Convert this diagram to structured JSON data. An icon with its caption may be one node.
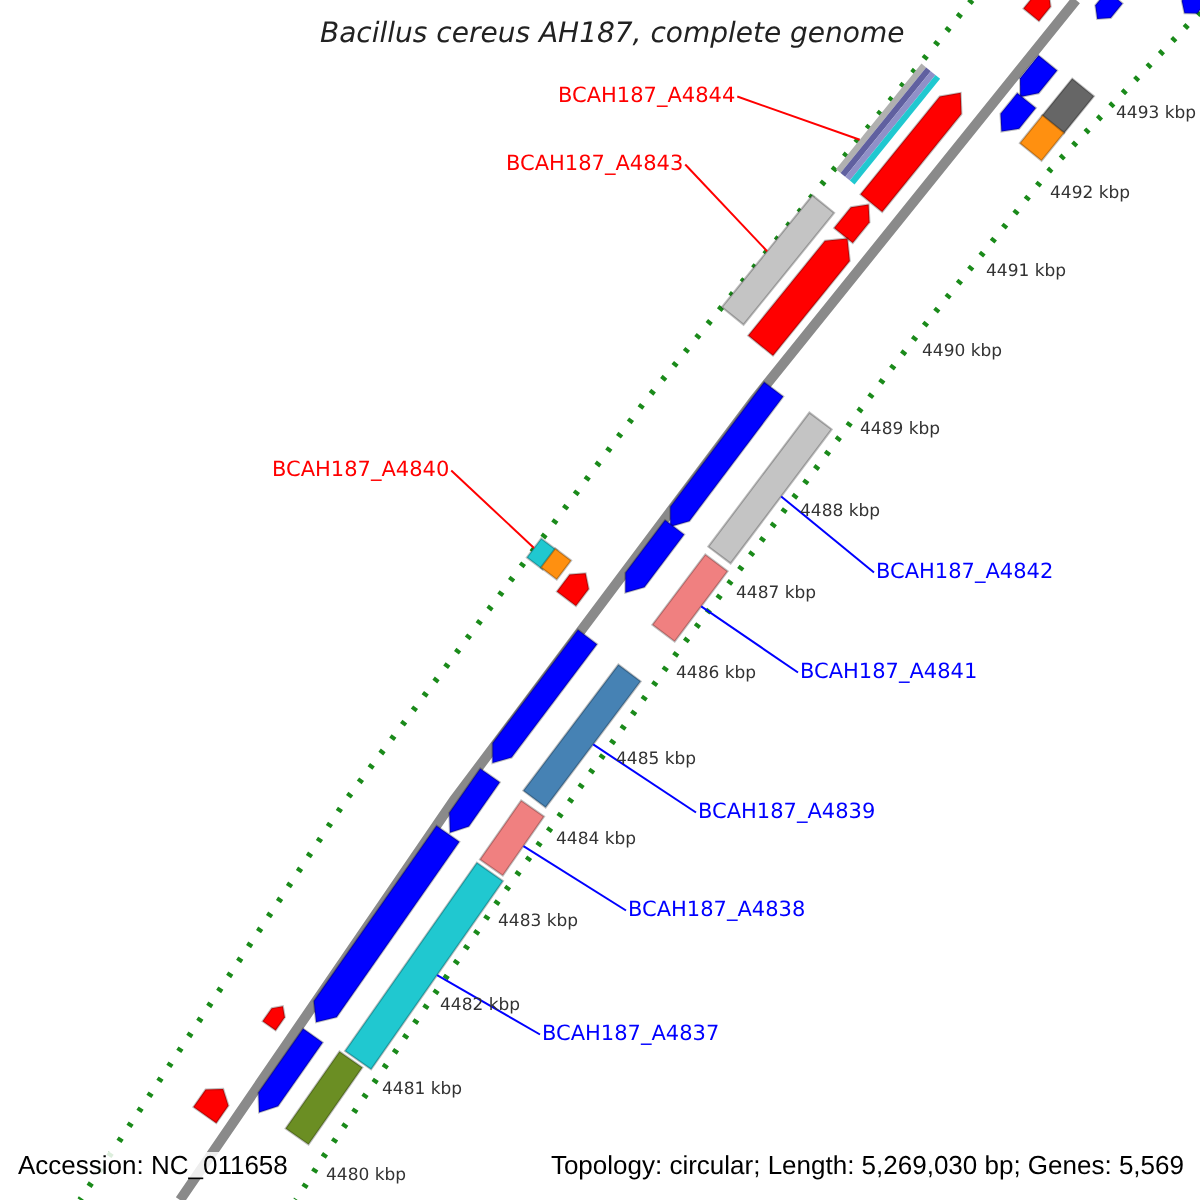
{
  "diagram": {
    "title": "Bacillus cereus AH187, complete genome",
    "nodes": [
      {
        "text": [
          "BCAH187_A4844"
        ]
      },
      {
        "text": [],
        "shape": "box"
      },
      {
        "text": [
          "BCAH187_A4843"
        ]
      },
      {
        "text": [],
        "shape": "box"
      },
      {
        "text": [
          "BCAH187_A4840"
        ]
      },
      {
        "text": [],
        "shape": "box"
      },
      {
        "text": [
          "BCAH187_A4842"
        ]
      },
      {
        "text": [],
        "shape": "box"
      },
      {
        "text": [
          "BCAH187_A4841"
        ]
      },
      {
        "text": [],
        "shape": "box"
      },
      {
        "text": [
          "BCAH187_A4839"
        ]
      },
      {
        "text": [],
        "shape": "box"
      },
      {
        "text": [
          "BCAH187_A4838"
        ]
      },
      {
        "text": [],
        "shape": "box"
      },
      {
        "text": [
          "BCAH187_A4837"
        ]
      },
      {
        "text": [],
        "shape": "box"
      },
      {
        "text": [],
        "shape": "box"
      },
      {
        "text": [],
        "shape": "box"
      },
      {
        "text": [],
        "shape": "box"
      },
      {
        "text": [],
        "shape": "box"
      },
      {
        "text": [],
        "shape": "box"
      },
      {
        "text": [],
        "shape": "box"
      },
      {
        "text": [],
        "shape": "box"
      },
      {
        "text": [],
        "shape": "box"
      },
      {
        "text": [],
        "shape": "box"
      },
      {
        "text": [],
        "shape": "box"
      },
      {
        "text": [],
        "shape": "box"
      },
      {
        "text": [],
        "shape": "box"
      },
      {
        "text": [],
        "shape": "box"
      },
      {
        "text": [],
        "shape": "box"
      },
      {
        "text": [],
        "shape": "box"
      },
      {
        "text": [],
        "shape": "box"
      },
      {
        "text": [],
        "shape": "box"
      },
      {
        "text": [],
        "shape": "box"
      },
      {
        "text": [],
        "shape": "box"
      },
      {
        "text": [],
        "shape": "box"
      },
      {
        "text": [],
        "shape": "box"
      }
    ],
    "edges": [
      {
        "from": 0,
        "to": 1,
        "arrow": "none",
        "color": "#ff0000"
      },
      {
        "from": 2,
        "to": 3,
        "arrow": "none",
        "color": "#ff0000"
      },
      {
        "from": 4,
        "to": 5,
        "arrow": "none",
        "color": "#ff0000"
      },
      {
        "from": 6,
        "to": 7,
        "arrow": "none"
      },
      {
        "from": 8,
        "to": 9,
        "arrow": "none"
      },
      {
        "from": 10,
        "to": 11,
        "arrow": "none"
      },
      {
        "from": 12,
        "to": 13,
        "arrow": "none"
      },
      {
        "from": 14,
        "to": 15,
        "arrow": "none"
      }
    ],
    "labels": [
      "4493 kbp",
      "4492 kbp",
      "4491 kbp",
      "4490 kbp",
      "4489 kbp",
      "4488 kbp",
      "4487 kbp",
      "4486 kbp",
      "4485 kbp",
      "4484 kbp",
      "4483 kbp",
      "4482 kbp",
      "4481 kbp",
      "4480 kbp",
      "Accession: NC_011658",
      "Topology: circular; Length: 5,269,030 bp; Genes: 5,569"
    ]
  }
}
